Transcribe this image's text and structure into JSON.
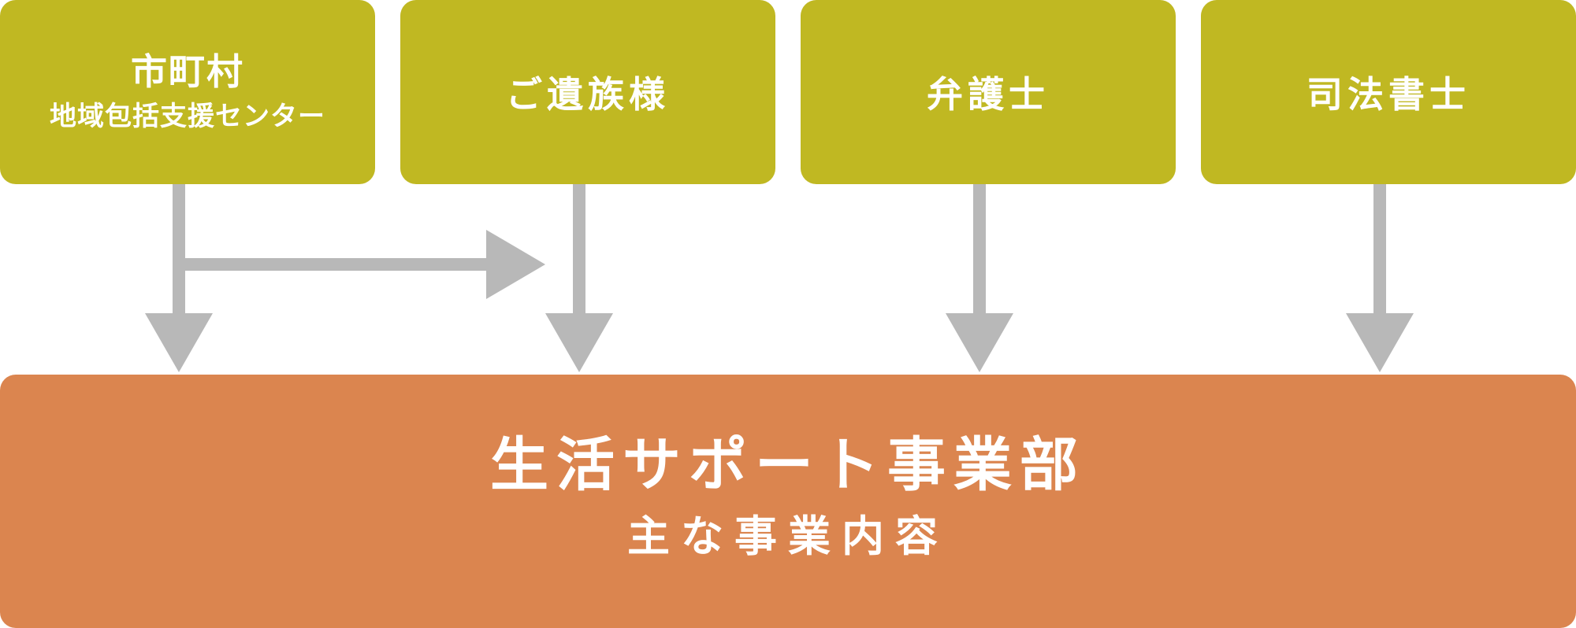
{
  "colors": {
    "source_box": "#c0b822",
    "target_box": "#db854f",
    "arrow": "#b8b8b8",
    "text": "#ffffff"
  },
  "sources": [
    {
      "line1": "市町村",
      "line2": "地域包括支援センター"
    },
    {
      "line1": "ご遺族様"
    },
    {
      "line1": "弁護士"
    },
    {
      "line1": "司法書士"
    }
  ],
  "target": {
    "title": "生活サポート事業部",
    "subtitle": "主な事業内容"
  }
}
